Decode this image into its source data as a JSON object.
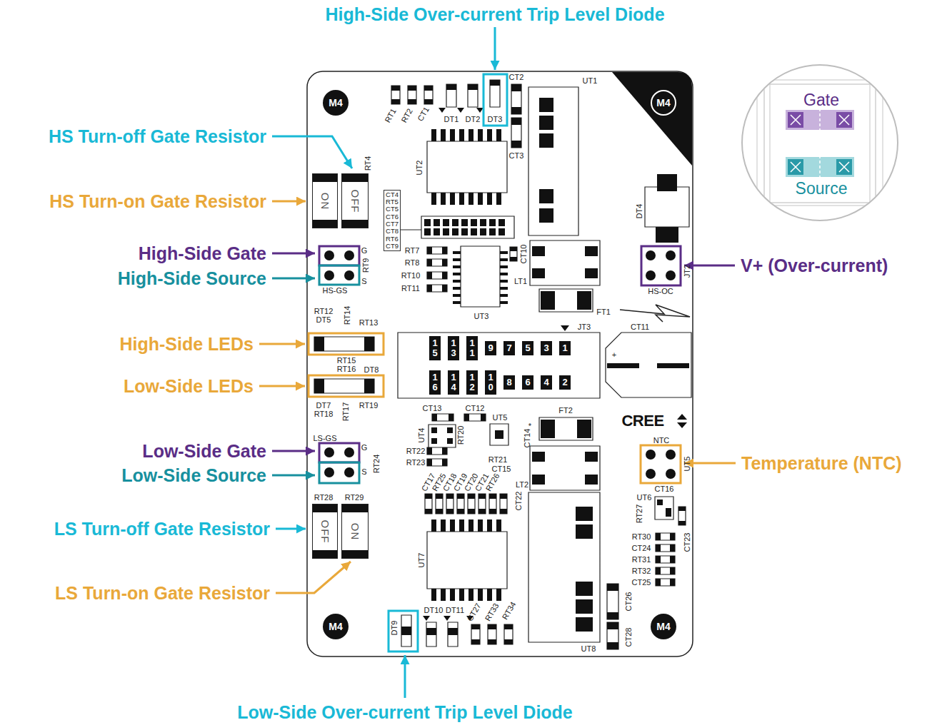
{
  "diagram": {
    "nodes": [
      {
        "text": [
          "M4"
        ]
      },
      {
        "text": [
          "M4"
        ]
      },
      {
        "text": [
          "Gate",
          "Source"
        ]
      },
      {
        "text": [
          "CT4",
          "RT5",
          "CT5",
          "CT6",
          "CT7",
          "CT8",
          "RT6",
          "CT9"
        ]
      },
      {
        "text": [
          "ON"
        ]
      },
      {
        "text": [
          "OFF"
        ]
      },
      {
        "text": [
          "15"
        ]
      },
      {
        "text": [
          "13"
        ]
      },
      {
        "text": [
          "11"
        ]
      },
      {
        "text": [
          "9"
        ]
      },
      {
        "text": [
          "7"
        ]
      },
      {
        "text": [
          "5"
        ]
      },
      {
        "text": [
          "3"
        ]
      },
      {
        "text": [
          "1"
        ]
      },
      {
        "text": [
          "16"
        ]
      },
      {
        "text": [
          "14"
        ]
      },
      {
        "text": [
          "12"
        ]
      },
      {
        "text": [
          "10"
        ]
      },
      {
        "text": [
          "8"
        ]
      },
      {
        "text": [
          "6"
        ]
      },
      {
        "text": [
          "4"
        ]
      },
      {
        "text": [
          "2"
        ]
      },
      {
        "text": [
          "OFF"
        ]
      },
      {
        "text": [
          "ON"
        ]
      },
      {
        "text": [
          "M4"
        ]
      },
      {
        "text": [
          "M4"
        ]
      }
    ],
    "labels": [
      "High-Side Over-current Trip Level Diode",
      "RT1",
      "RT2",
      "CT1",
      "DT1",
      "DT2",
      "DT3",
      "CT2",
      "UT1",
      "HS Turn-off Gate Resistor",
      "UT2",
      "CT3",
      "RT4",
      "HS Turn-on Gate Resistor",
      "DT4",
      "High-Side Gate",
      "G",
      "RT7",
      "CT10",
      "RT9",
      "V+ (Over-current)",
      "RT8",
      "JT2",
      "High-Side Source",
      "RT10",
      "S",
      "LT1",
      "RT11",
      "HS-GS",
      "HS-OC",
      "RT12",
      "RT14",
      "FT1",
      "UT3",
      "DT5",
      "RT13",
      "JT3",
      "CT11",
      "High-Side LEDs",
      "+",
      "RT15",
      "RT16",
      "DT8",
      "Low-Side LEDs",
      "DT7",
      "RT17",
      "RT19",
      "CT13",
      "CT12",
      "FT2",
      "RT18",
      "UT5",
      "CREE",
      "*",
      "UT4",
      "RT20",
      "CT14",
      "LS-GS",
      "NTC",
      "Low-Side Gate",
      "UT5",
      "G",
      "RT22",
      "RT21",
      "RT23",
      "Temperature (NTC)",
      "RT24",
      "CT15",
      "S",
      "Low-Side Source",
      "CT17",
      "RT25",
      "CT18",
      "CT19",
      "CT20",
      "CT21",
      "RT26",
      "LT2",
      "CT16",
      "RT28",
      "RT29",
      "CT22",
      "UT6",
      "RT27",
      "LS Turn-off Gate Resistor",
      "RT30",
      "CT23",
      "CT24",
      "RT31",
      "UT7",
      "RT32",
      "CT25",
      "LS Turn-on Gate Resistor",
      "CT26",
      "DT10",
      "DT11",
      "CT27",
      "RT33",
      "RT34",
      "DT9",
      "CT28",
      "UT8",
      "Low-Side Over-current Trip Level Diode"
    ]
  }
}
